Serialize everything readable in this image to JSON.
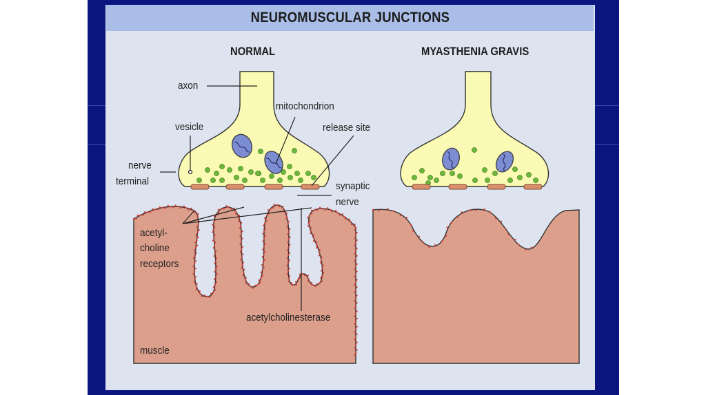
{
  "title": "NEUROMUSCULAR JUNCTIONS",
  "panels": {
    "normal": "NORMAL",
    "mg": "MYASTHENIA GRAVIS"
  },
  "labels": {
    "axon": "axon",
    "mitochondrion": "mitochondrion",
    "vesicle": "vesicle",
    "release_site": "release site",
    "nerve_terminal_1": "nerve",
    "nerve_terminal_2": "terminal",
    "synaptic_1": "synaptic",
    "synaptic_2": "nerve",
    "ach_1": "acetyl-",
    "ach_2": "choline",
    "ach_3": "receptors",
    "ache": "acetylcholinesterase",
    "muscle": "muscle"
  },
  "colors": {
    "slide_background": "#0b1580",
    "title_bar": "#a9bde6",
    "panel_background": "#dde3ef",
    "nerve_terminal": "#fafab4",
    "vesicle": "#6cb63c",
    "mitochondrion": "#7d8dd2",
    "release_site": "#d98f6c",
    "muscle": "#dc9f8c",
    "receptor": "#d2463c"
  }
}
